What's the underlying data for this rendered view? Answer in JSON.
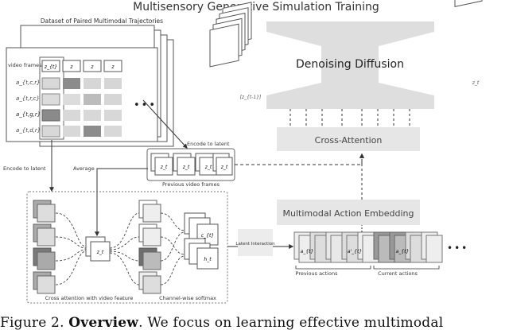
{
  "figure": {
    "title": "Multisensory Generative Simulation Training",
    "dataset_title": "Dataset of Paired Multimodal Trajectories",
    "row_labels": [
      "video frames",
      "a_{t,c,r}",
      "a_{t,r,c}",
      "a_{t,g,r}",
      "a_{t,d,r}"
    ],
    "frame_tokens": [
      "z_{t}",
      "z",
      "z",
      "z"
    ],
    "ellipsis": "•••",
    "diffusion_label": "Denoising Diffusion",
    "input_frames_label": "[z_{t-1}]",
    "output_frames_label": "z_t",
    "cross_attention_label": "Cross-Attention",
    "encode_to_latent_right": "Encode to latent",
    "encode_to_latent_left": "Encode to latent",
    "average_label": "Average",
    "previous_frames_label": "Previous video frames",
    "prev_frame_tokens": [
      "z_t",
      "z_t",
      "z_t",
      "z_t"
    ],
    "embedding_label": "Multimodal Action Embedding",
    "latent_interaction_label": "Latent Interaction",
    "cross_attn_video_label": "Cross attention with video feature",
    "channel_softmax_label": "Channel-wise softmax",
    "previous_actions_label": "Previous actions",
    "current_actions_label": "Current actions",
    "action_tokens": [
      "a_{t}",
      "a'_{t}",
      "a_{t}"
    ],
    "center_token": "z_t",
    "side_tokens": [
      "c_{t}",
      "h_t"
    ]
  },
  "caption": {
    "prefix": "Figure 2.",
    "bold": "Overview",
    "rest": ". We focus on learning effective multimodal"
  }
}
